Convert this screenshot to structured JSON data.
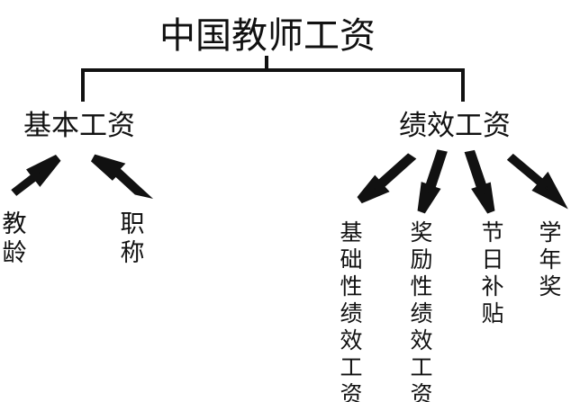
{
  "diagram": {
    "title": "中国教师工资",
    "branches": [
      {
        "label": "基本工资",
        "children": [
          "教\n龄",
          "职\n称"
        ]
      },
      {
        "label": "绩效工资",
        "children": [
          "基\n础\n性\n绩\n效\n工\n资",
          "奖\n励\n性\n绩\n效\n工\n资",
          "节\n日\n补\n贴",
          "学\n年\n奖"
        ]
      }
    ],
    "colors": {
      "line": "#111111",
      "background": "#ffffff"
    }
  }
}
